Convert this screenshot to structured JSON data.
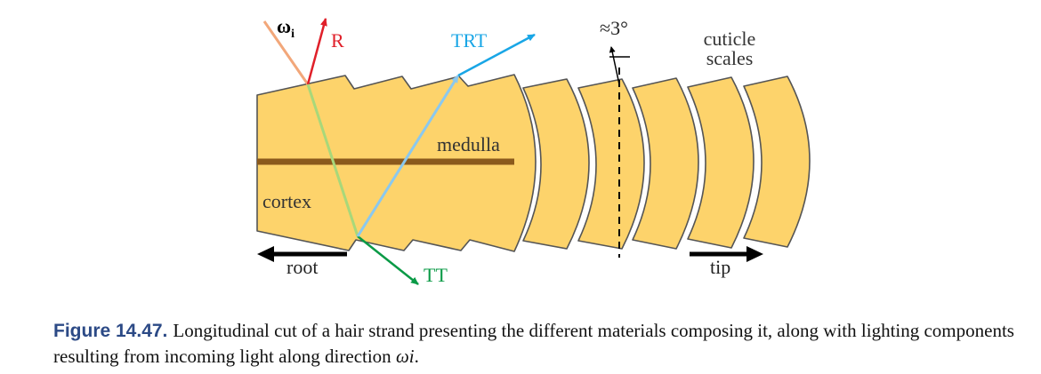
{
  "labels": {
    "omega": "ω",
    "omega_sub": "i",
    "r": "R",
    "trt": "TRT",
    "tt": "TT",
    "angle": "≈3°",
    "cuticle_line1": "cuticle",
    "cuticle_line2": "scales",
    "medulla": "medulla",
    "cortex": "cortex",
    "root": "root",
    "tip": "tip"
  },
  "caption": {
    "number": "Figure 14.47.",
    "text": "Longitudinal cut of a hair strand presenting the different materials composing it, along with lighting components resulting from incoming light along direction ",
    "symbol": "ωi",
    "end": "."
  },
  "colors": {
    "hair_fill": "#fdd36b",
    "outline": "#555555",
    "medulla": "#8b5a1c",
    "incident": "#f2a77a",
    "reflect_r": "#e0202a",
    "trt": "#19a6e6",
    "tt": "#0a9a46",
    "transmitted_green": "#a8d87a",
    "internal_blue": "#8ac8ef",
    "arrow_black": "#000000"
  }
}
